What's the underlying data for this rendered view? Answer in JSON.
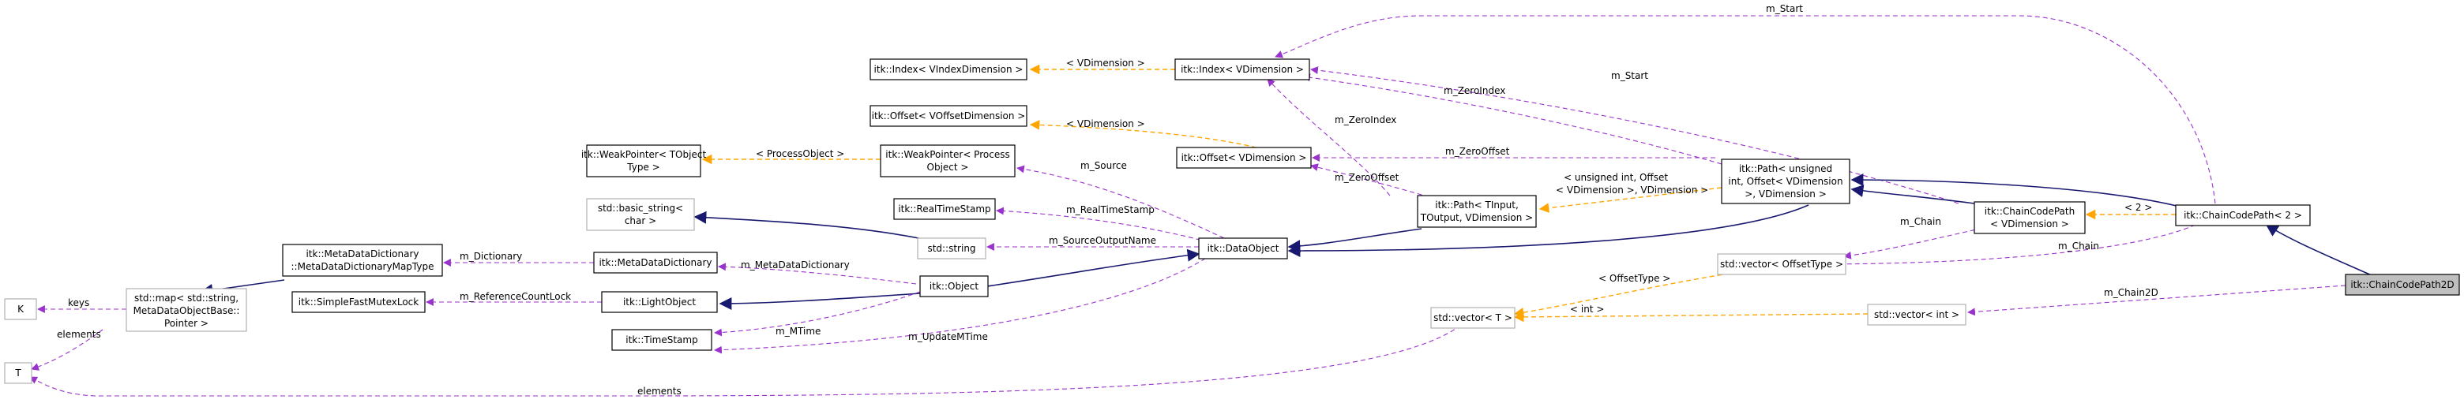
{
  "nodes": {
    "index_vindexdim": "itk::Index< VIndexDimension >",
    "offset_voffsetdim": "itk::Offset< VOffsetDimension >",
    "index_vdim": "itk::Index< VDimension >",
    "offset_vdim": "itk::Offset< VDimension >",
    "weakptr_tobject": [
      "itk::WeakPointer< TObject",
      "Type >"
    ],
    "weakptr_processobject": [
      "itk::WeakPointer< Process",
      "Object >"
    ],
    "basic_string": [
      "std::basic_string<",
      "char >"
    ],
    "realtimestamp": "itk::RealTimeStamp",
    "std_string": "std::string",
    "mdd_maptype": [
      "itk::MetaDataDictionary",
      "::MetaDataDictionaryMapType"
    ],
    "metadatadictionary": "itk::MetaDataDictionary",
    "k": "K",
    "std_map": [
      "std::map< std::string,",
      "MetaDataObjectBase::",
      "Pointer >"
    ],
    "lightobject": "itk::LightObject",
    "simplefastmutexlock": "itk::SimpleFastMutexLock",
    "object": "itk::Object",
    "timestamp": "itk::TimeStamp",
    "t": "T",
    "dataobject": "itk::DataObject",
    "path_tinput": [
      "itk::Path< TInput,",
      "TOutput, VDimension >"
    ],
    "path_unsigned": [
      "itk::Path< unsigned",
      "int, Offset< VDimension",
      ">, VDimension >"
    ],
    "chaincodepath_vdim": [
      "itk::ChainCodePath",
      "< VDimension >"
    ],
    "chaincodepath_2": "itk::ChainCodePath< 2 >",
    "chaincodepath2d": "itk::ChainCodePath2D",
    "vector_offsettype": "std::vector< OffsetType >",
    "vector_t": "std::vector< T >",
    "vector_int": "std::vector< int >"
  },
  "edges": {
    "m_start_top": "m_Start",
    "m_start": "m_Start",
    "vdimension_index": "< VDimension >",
    "vdimension_offset": "< VDimension >",
    "m_zeroindex_1": "m_ZeroIndex",
    "m_zeroindex_2": "m_ZeroIndex",
    "m_zerooffset_1": "m_ZeroOffset",
    "m_zerooffset_2": "m_ZeroOffset",
    "processobject": "< ProcessObject >",
    "m_source": "m_Source",
    "m_realtimestamp": "m_RealTimeStamp",
    "m_sourceoutputname": "m_SourceOutputName",
    "unsigned_offset": [
      "< unsigned int, Offset",
      "< VDimension >, VDimension >"
    ],
    "two": "< 2 >",
    "m_chain_1": "m_Chain",
    "m_chain_2": "m_Chain",
    "m_chain2d": "m_Chain2D",
    "m_dictionary": "m_Dictionary",
    "m_metadatadictionary": "m_MetaDataDictionary",
    "keys": "keys",
    "elements_1": "elements",
    "elements_2": "elements",
    "m_referencecountlock": "m_ReferenceCountLock",
    "m_mtime": "m_MTime",
    "m_updatemtime": "m_UpdateMTime",
    "offsettype": "< OffsetType >",
    "int": "< int >"
  },
  "colors": {
    "inheritance": "#191970",
    "usage": "#9a32cd",
    "template": "#ffa500",
    "focus_fill": "#bfbfbf",
    "gray_border": "#b0b0b0"
  }
}
